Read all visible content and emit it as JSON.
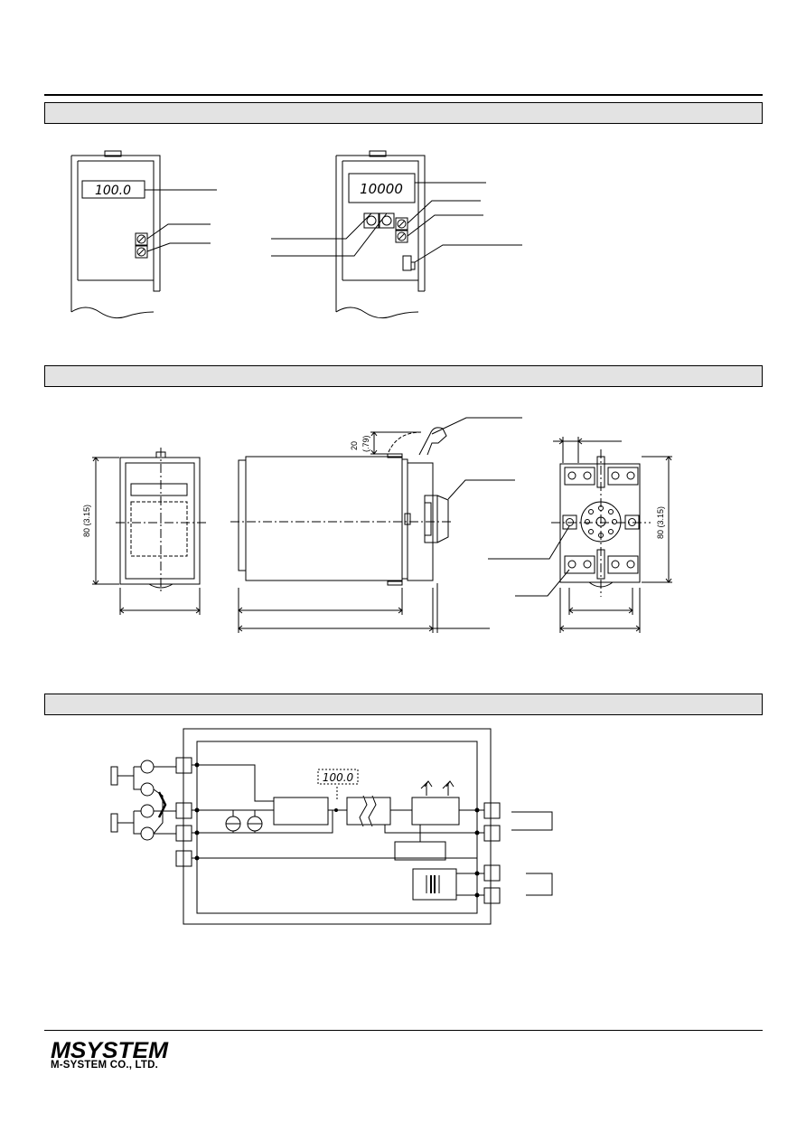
{
  "display_readings": {
    "front_basic": "100.0",
    "front_option": "10000",
    "block_diagram": "100.0"
  },
  "dimensions": {
    "depth_upper": "20",
    "depth_upper_inch": "(.79)",
    "height_front": "80 (3.15)",
    "height_base": "80 (3.15)"
  },
  "logo": {
    "wordmark": "MSYSTEM",
    "company": "M-SYSTEM CO., LTD."
  },
  "colors": {
    "section_bar": "#e3e3e3",
    "line": "#000000"
  }
}
